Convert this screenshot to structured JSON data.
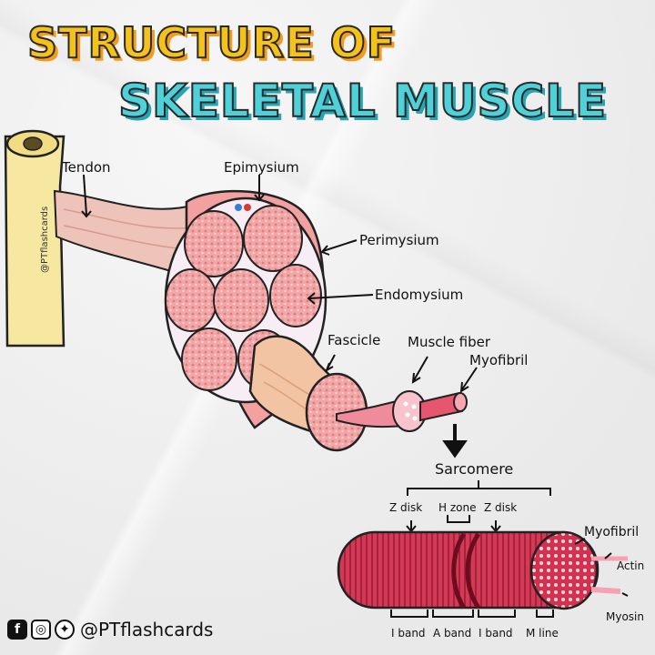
{
  "title": {
    "line1": "STRUCTURE OF",
    "line2": "SKELETAL MUSCLE"
  },
  "labels": {
    "tendon": "Tendon",
    "epimysium": "Epimysium",
    "perimysium": "Perimysium",
    "endomysium": "Endomysium",
    "fascicle": "Fascicle",
    "muscle_fiber": "Muscle fiber",
    "myofibril_top": "Myofibril",
    "sarcomere": "Sarcomere",
    "z_disk_left": "Z disk",
    "h_zone": "H zone",
    "z_disk_right": "Z disk",
    "myofibril_side": "Myofibril",
    "actin": "Actin",
    "myosin": "Myosin",
    "i_band_left": "I band",
    "a_band": "A band",
    "i_band_right": "I band",
    "m_line": "M line"
  },
  "watermark": "@PTflashcards",
  "social": {
    "icons": [
      "facebook-icon",
      "instagram-icon",
      "twitter-icon"
    ],
    "handle": "@PTflashcards"
  },
  "colors": {
    "title_yellow": "#f5c21b",
    "title_cyan": "#4fd1d9",
    "muscle_pink": "#e98c8c",
    "fascicle_peach": "#f3c4a4",
    "fiber_red": "#cf2b4a",
    "bone": "#f6e7a1"
  }
}
